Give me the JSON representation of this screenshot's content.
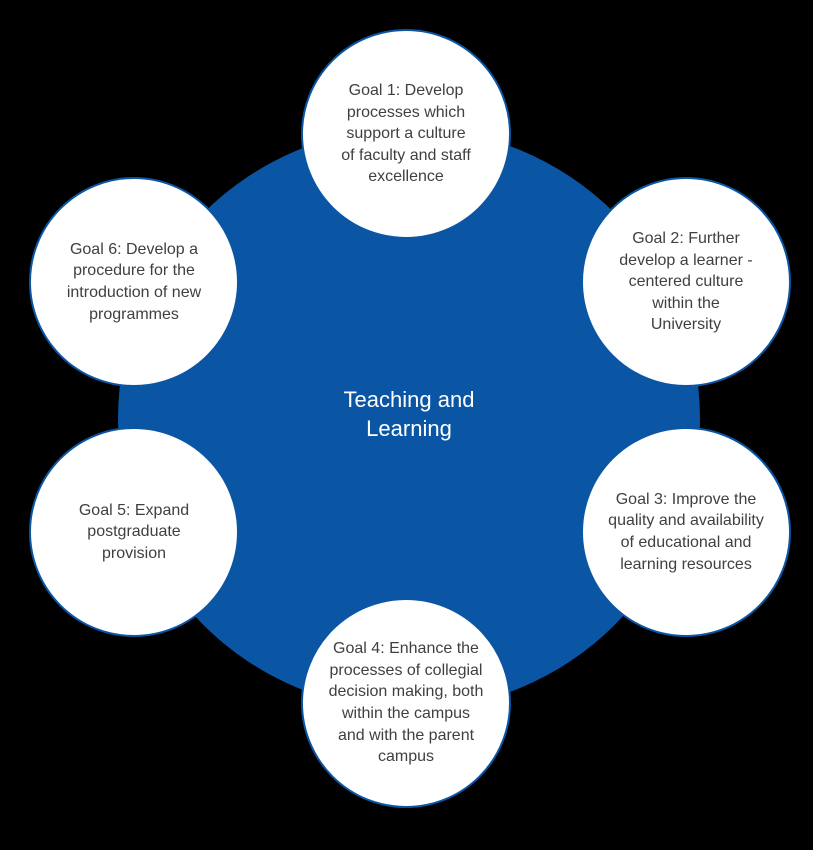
{
  "colors": {
    "background": "#000000",
    "hub": "#0a56a5",
    "goal_fill": "#ffffff",
    "goal_border": "#0a56a5",
    "goal_text": "#404040",
    "hub_text": "#ffffff"
  },
  "hub": {
    "lines": [
      "Teaching and",
      "Learning"
    ]
  },
  "goals": [
    {
      "lines": [
        "Goal 1: Develop",
        "processes which",
        "support a culture",
        "of faculty and staff",
        "excellence"
      ]
    },
    {
      "lines": [
        "Goal 2: Further",
        "develop a learner -",
        "centered culture",
        "within the",
        "University"
      ]
    },
    {
      "lines": [
        "Goal 3: Improve the",
        "quality and availability",
        "of educational and",
        "learning resources"
      ]
    },
    {
      "lines": [
        "Goal 4: Enhance the",
        "processes of collegial",
        "decision making, both",
        "within the campus",
        "and with the parent",
        "campus"
      ]
    },
    {
      "lines": [
        "Goal 5: Expand",
        "postgraduate",
        "provision"
      ]
    },
    {
      "lines": [
        "Goal 6: Develop a",
        "procedure for the",
        "introduction of new",
        "programmes"
      ]
    }
  ]
}
